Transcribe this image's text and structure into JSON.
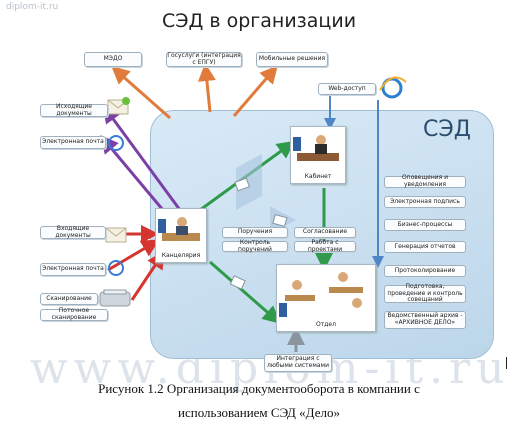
{
  "watermark": {
    "top": "diplom-it.ru",
    "big": "www.diplom-it.ru"
  },
  "title": "СЭД в организации",
  "sed_label": "СЭД",
  "external_top": {
    "medo": "МЭДО",
    "gosuslugi": "Госуслуги (интеграция с ЕПГУ)",
    "mobile": "Мобильные решения"
  },
  "external_left": {
    "outgoing_docs": "Исходящие документы",
    "email_out": "Электронная почта",
    "incoming_docs": "Входящие документы",
    "email_in": "Электронная почта",
    "scanning": "Сканирование",
    "stream_scanning": "Поточное сканирование"
  },
  "web_access": "Web-доступ",
  "nodes": {
    "office": "Канцелярия",
    "cabinet": "Кабинет",
    "department": "Отдел"
  },
  "center_boxes": {
    "orders": "Поручения",
    "orders_control": "Контроль поручений",
    "approval": "Согласование",
    "projects_work": "Работа с проектами"
  },
  "integration": "Интеграция с любыми системами",
  "features": [
    "Оповещения и уведомления",
    "Электронная подпись",
    "Бизнес-процессы",
    "Генерация отчетов",
    "Протоколирование",
    "Подготовка, проведение и контроль совещаний",
    "Ведомственный архив - «АРХИВНОЕ ДЕЛО»"
  ],
  "caption": {
    "line1": "Рисунок 1.2 Организация документооборота в компании с",
    "line2": "использованием СЭД «Дело»"
  },
  "colors": {
    "arrow_orange": "#e07b3c",
    "arrow_purple": "#7b3fa6",
    "arrow_red": "#d6342e",
    "arrow_green": "#2e9a4a",
    "arrow_blue": "#4f86c6",
    "arrow_gray": "#8a949e",
    "panel": "#c9dff0"
  }
}
